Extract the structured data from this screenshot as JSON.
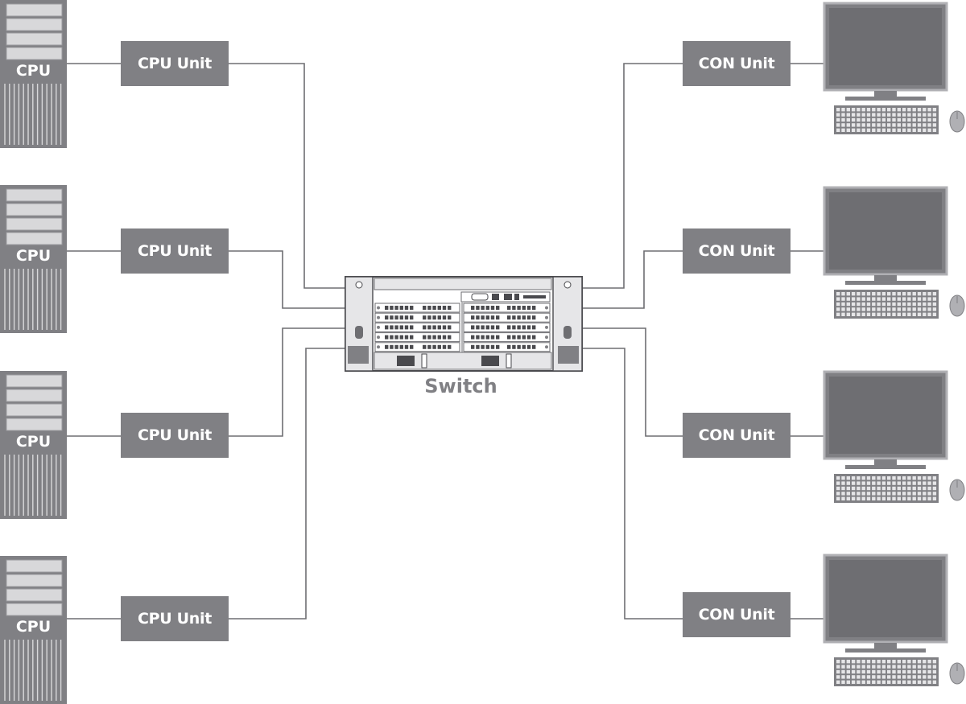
{
  "computers": [
    {
      "label": "CPU"
    },
    {
      "label": "CPU"
    },
    {
      "label": "CPU"
    },
    {
      "label": "CPU"
    }
  ],
  "cpu_units": [
    {
      "label": "CPU Unit"
    },
    {
      "label": "CPU Unit"
    },
    {
      "label": "CPU Unit"
    },
    {
      "label": "CPU Unit"
    }
  ],
  "con_units": [
    {
      "label": "CON Unit"
    },
    {
      "label": "CON Unit"
    },
    {
      "label": "CON Unit"
    },
    {
      "label": "CON Unit"
    }
  ],
  "switch": {
    "label": "Switch"
  },
  "colors": {
    "box": "#808084",
    "line": "#6e6e72",
    "light": "#d8d8da"
  }
}
